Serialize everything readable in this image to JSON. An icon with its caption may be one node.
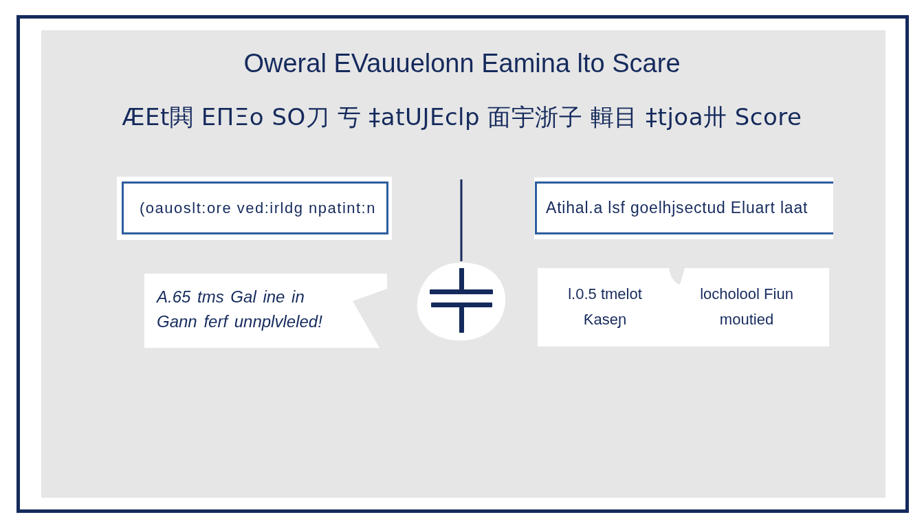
{
  "diagram": {
    "title": "Oweral EVauuelonn Eamina lto Scare",
    "nodes": [
      {
        "text": [
          "(oauoslt:ore ved:irldg npatint:n"
        ]
      },
      {
        "text": [
          "Atihal.a lsf goelhjsectud Eluart laat"
        ]
      },
      {
        "text": [
          "A.65 tms Gal ine in Gann ferf unnplvleled!"
        ]
      },
      {
        "text": [
          "l.0.5 tmelot Ƙaseɲ",
          "locholool Fiun moutied"
        ]
      },
      {
        "text": [],
        "shape": "circle"
      }
    ],
    "edges": [
      {
        "from": null,
        "to": 4,
        "arrow": "none"
      }
    ],
    "labels": [
      "ÆEt閧 ΕΠΞo SO刀 亐 ‡atUJEclp 面宇浙子 輯目 ‡tjoa卅 Score"
    ]
  }
}
